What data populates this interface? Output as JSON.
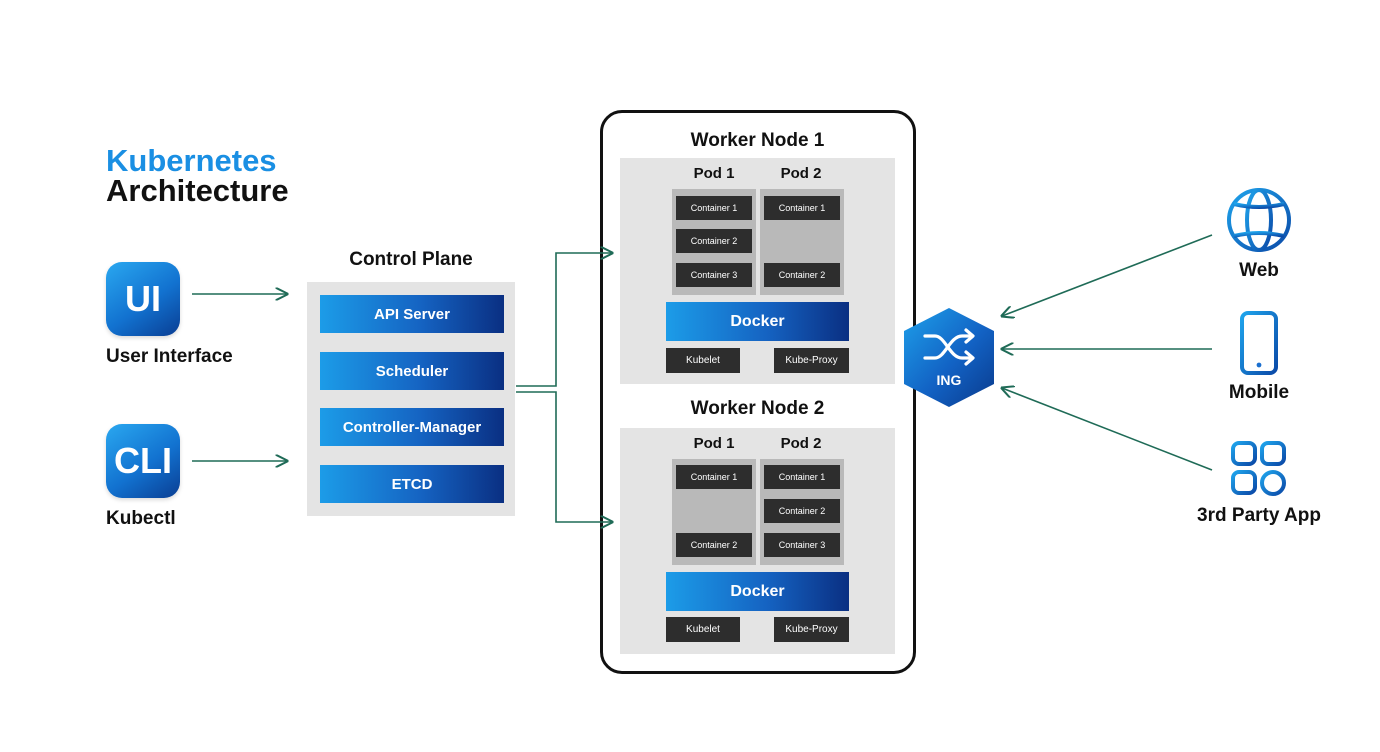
{
  "title": {
    "line1": "Kubernetes",
    "line2": "Architecture"
  },
  "clients_left": [
    {
      "icon_text": "UI",
      "label": "User Interface"
    },
    {
      "icon_text": "CLI",
      "label": "Kubectl"
    }
  ],
  "control_plane": {
    "title": "Control Plane",
    "components": [
      "API Server",
      "Scheduler",
      "Controller-Manager",
      "ETCD"
    ]
  },
  "worker_nodes": [
    {
      "title": "Worker Node 1",
      "pods": [
        {
          "label": "Pod 1",
          "containers": [
            "Container 1",
            "Container 2",
            "Container 3"
          ]
        },
        {
          "label": "Pod 2",
          "containers": [
            "Container 1",
            "Container 2"
          ]
        }
      ],
      "docker": "Docker",
      "kubelet": "Kubelet",
      "kube_proxy": "Kube-Proxy"
    },
    {
      "title": "Worker Node 2",
      "pods": [
        {
          "label": "Pod 1",
          "containers": [
            "Container 1",
            "Container 2"
          ]
        },
        {
          "label": "Pod 2",
          "containers": [
            "Container 1",
            "Container 2",
            "Container 3"
          ]
        }
      ],
      "docker": "Docker",
      "kubelet": "Kubelet",
      "kube_proxy": "Kube-Proxy"
    }
  ],
  "ingress": {
    "label": "ING"
  },
  "clients_right": [
    {
      "icon": "globe-icon",
      "label": "Web"
    },
    {
      "icon": "mobile-phone-icon",
      "label": "Mobile"
    },
    {
      "icon": "apps-grid-icon",
      "label": "3rd Party App"
    }
  ],
  "colors": {
    "accent_blue": "#1a8fe3",
    "gradient_start": "#1c9ce8",
    "gradient_end": "#0a2f82",
    "arrow_green": "#1f6b57",
    "panel_gray": "#e4e4e4",
    "container_dark": "#2d2d2d"
  }
}
